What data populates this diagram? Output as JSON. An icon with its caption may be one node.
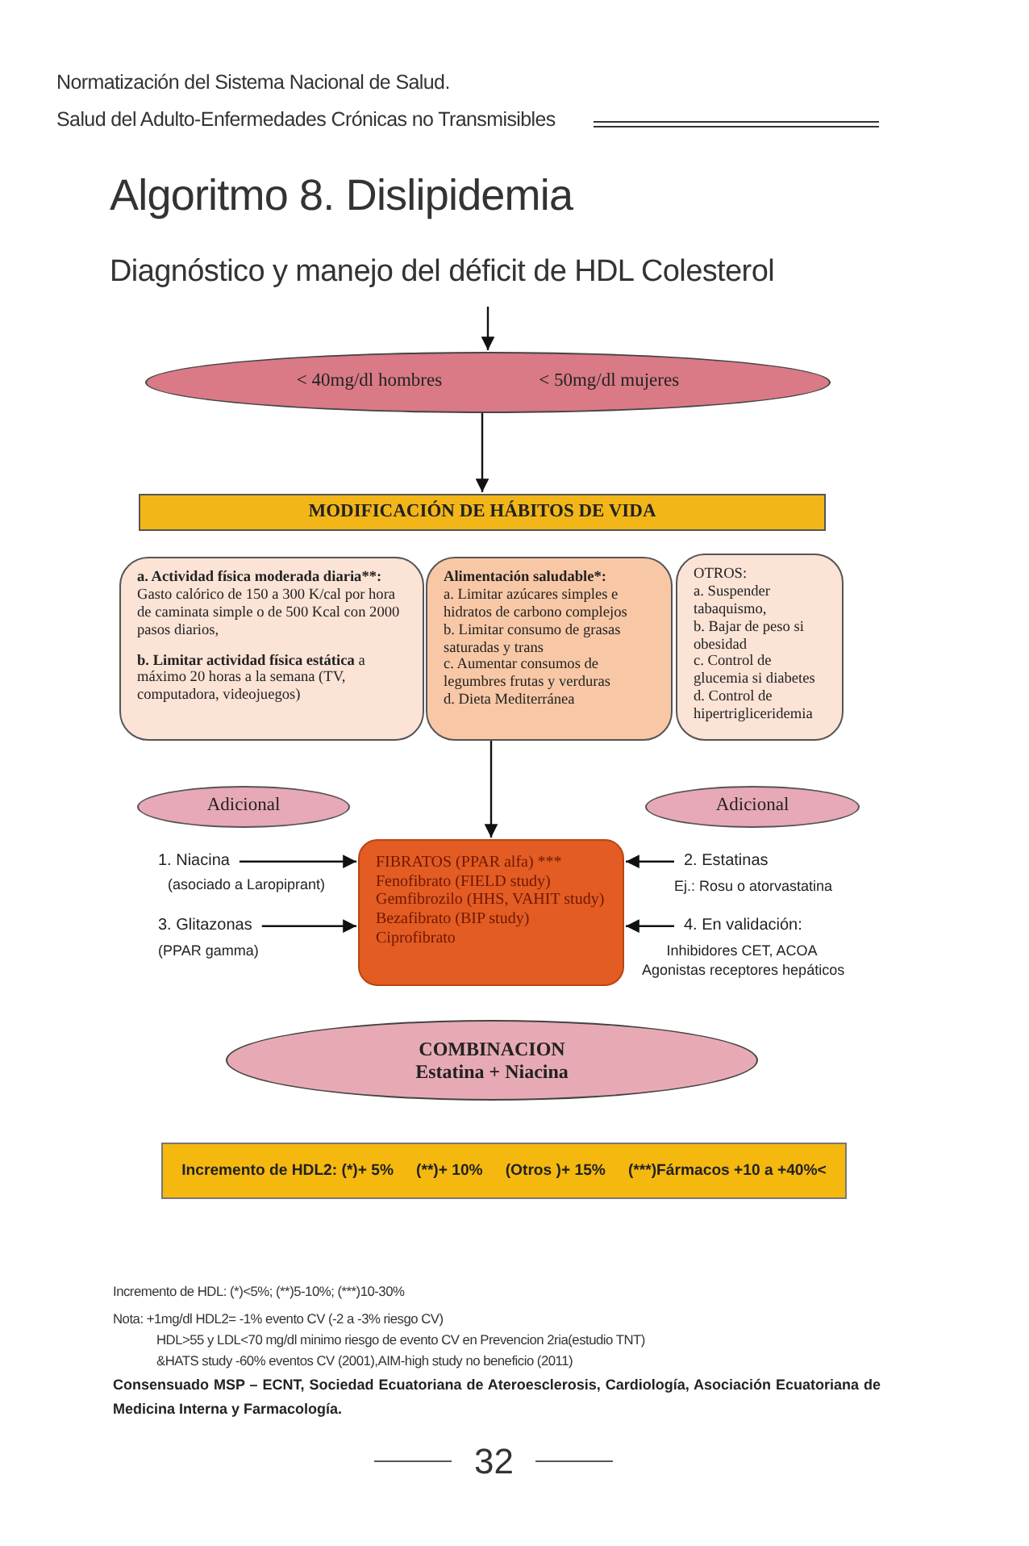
{
  "diagram": {
    "title": "Algoritmo 8. Dislipidemia",
    "nodes": [
      {
        "text": [
          "< 40mg/dl hombres",
          "< 50mg/dl mujeres"
        ]
      },
      {
        "text": [
          "MODIFICACIÓN DE HÁBITOS DE VIDA"
        ]
      },
      {
        "text": [
          "a. Actividad física moderada diaria**:",
          "Gasto calórico de 150 a 300 K/cal por hora de caminata simple o de 500 Kcal con 2000 pasos diarios,",
          "**b. Limitar actividad física estática** a máximo 20 horas a la semana (TV, computadora, videojuegos)"
        ]
      },
      {
        "text": [
          "Alimentación saludable*:",
          "a. Limitar azúcares simples e hidratos de carbono complejos",
          "b. Limitar consumo de grasas saturadas y trans",
          "c. Aumentar consumos de legumbres frutas y verduras",
          "d. Dieta Mediterránea"
        ]
      },
      {
        "text": [
          "OTROS:",
          "a. Suspender tabaquismo,",
          "b. Bajar de peso si obesidad",
          "c. Control de glucemia si diabetes",
          "d. Control de hipertrigliceridemia"
        ]
      },
      {
        "text": [
          "Adicional"
        ]
      },
      {
        "text": [
          "Adicional"
        ]
      },
      {
        "text": [
          "1. Niacina"
        ],
        "beside": [
          "(asociado a Laropiprant)"
        ]
      },
      {
        "text": [
          "FIBRATOS (PPAR alfa) ***",
          "Fenofibrato (FIELD study)",
          "Gemfibrozilo (HHS, VAHIT study)",
          "Bezafibrato (BIP study)",
          "Ciprofibrato"
        ]
      },
      {
        "text": [
          "2. Estatinas"
        ],
        "beside": [
          "Ej.: Rosu o atorvastatina"
        ]
      },
      {
        "text": [
          "3. Glitazonas"
        ],
        "beside": [
          "(PPAR gamma)"
        ]
      },
      {
        "text": [
          "4. En validación:"
        ],
        "beside": [
          "Inhibidores CET, ACOA",
          "Agonistas receptores hepáticos"
        ]
      },
      {
        "text": [
          "COMBINACION",
          "Estatina + Niacina"
        ]
      },
      {
        "text": [
          "Incremento de HDL2: (*)+ 5%",
          "(**)+ 10%",
          "(Otros )+ 15%",
          "(***)Fármacos +10 a +40%<"
        ]
      }
    ],
    "edges": [
      {
        "from": null,
        "to": 0,
        "arrow": "to"
      },
      {
        "from": 0,
        "to": 1,
        "arrow": "to"
      },
      {
        "from": 3,
        "to": 8,
        "arrow": "to"
      },
      {
        "from": 7,
        "to": 8,
        "arrow": "to"
      },
      {
        "from": 9,
        "to": 8,
        "arrow": "to"
      },
      {
        "from": 10,
        "to": 8,
        "arrow": "to"
      },
      {
        "from": 11,
        "to": 8,
        "arrow": "to"
      }
    ],
    "labels": [
      "Normatización del Sistema Nacional de Salud.",
      "Salud del Adulto-Enfermedades Crónicas no Transmisibles",
      "Diagnóstico y manejo del déficit de HDL Colesterol",
      "Incremento de HDL: (*)<5%; (**)5-10%; (***)10-30%",
      "Nota: +1mg/dl HDL2= -1% evento CV (-2 a -3% riesgo CV)",
      "HDL>55 y LDL<70 mg/dl minimo riesgo de evento CV en Prevencion 2ria(estudio TNT)",
      "&HATS study -60% eventos CV (2001),AIM-high study no beneficio (2011)",
      "Consensuado MSP – ECNT, Sociedad Ecuatoriana de Ateroesclerosis, Cardiología, Asociación Ecuatoriana de Medicina Interna y Farmacología.",
      "32"
    ]
  }
}
